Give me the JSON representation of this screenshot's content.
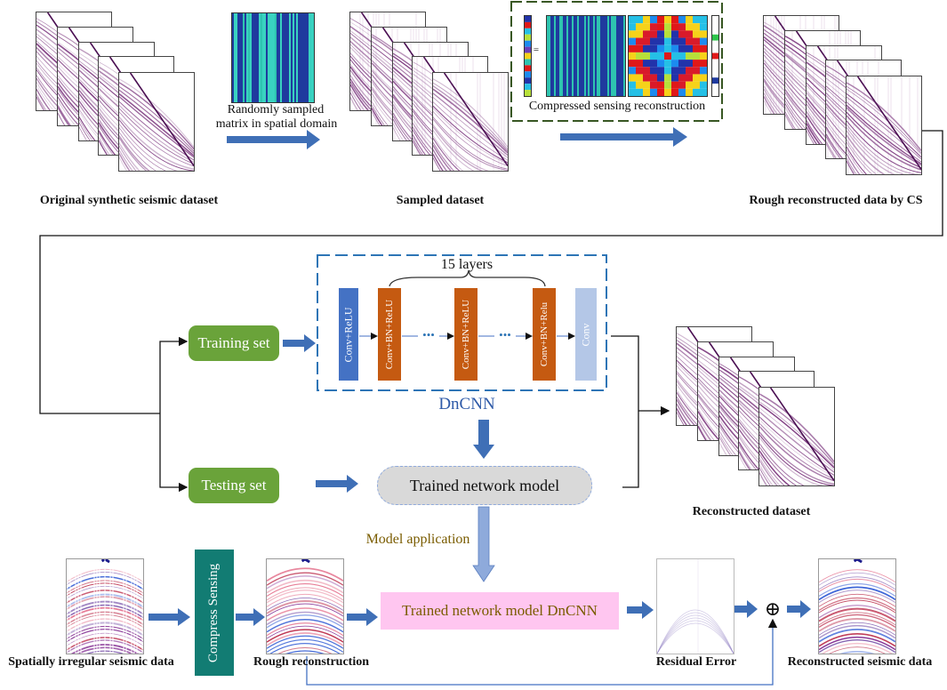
{
  "captions": {
    "original": "Original synthetic seismic dataset",
    "sampled": "Sampled dataset",
    "rough_cs": "Rough reconstructed data by CS",
    "reconstructed_dataset": "Reconstructed dataset",
    "irregular": "Spatially irregular seismic data",
    "rough_reconstruction": "Rough reconstruction",
    "residual_error": "Residual Error",
    "reconstructed_seismic": "Reconstructed seismic data"
  },
  "labels": {
    "random_matrix_line1": "Randomly sampled",
    "random_matrix_line2": "matrix in spatial domain",
    "cs_reconstruction": "Compressed sensing reconstruction",
    "equals_sign": "=",
    "layers": "15 layers",
    "dncnn": "DnCNN",
    "model_application": "Model application",
    "oplus": "⊕"
  },
  "network": {
    "layer1": "Conv+ReLU",
    "layer2": "Conv+BN+ReLU",
    "layer3": "Conv+BN+ReLU",
    "layer4": "Conv+BN+Relu",
    "layer5": "Conv",
    "dots": "•••"
  },
  "buttons": {
    "training_set": "Training set",
    "testing_set": "Testing set",
    "trained_model": "Trained network model",
    "trained_model_dncnn": "Trained network model DnCNN",
    "compress_sensing": "Compress Sensing"
  },
  "colors": {
    "arrow_blue": "#3f6fb6",
    "dashed_green": "#385723",
    "dashed_blue": "#2e75b6",
    "green_button": "#6aa33a",
    "conv_relu": "#4472c4",
    "conv_bn": "#c55a11",
    "conv_last": "#b4c7e7",
    "teal": "#127c73",
    "pink": "#ffc6f0",
    "model_text": "#7a5c00",
    "seismic": "#6b1e6e"
  }
}
